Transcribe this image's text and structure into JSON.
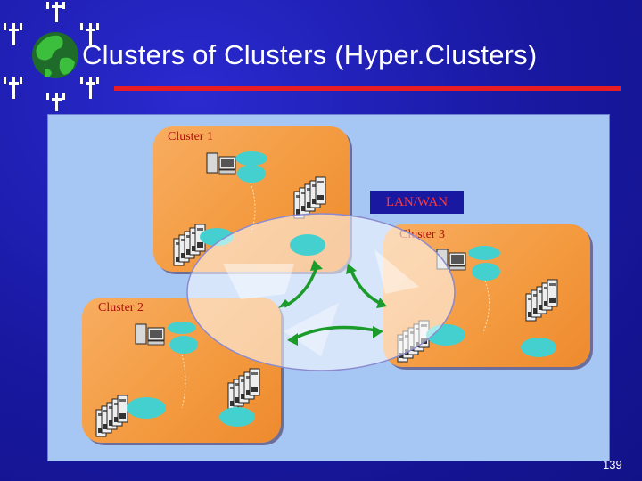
{
  "slide": {
    "title": "Clusters of Clusters (Hyper.Clusters)",
    "page_number": "139"
  },
  "diagram": {
    "network_label": "LAN/WAN",
    "clusters": [
      {
        "label": "Cluster 1"
      },
      {
        "label": "Cluster 2"
      },
      {
        "label": "Cluster 3"
      }
    ]
  },
  "colors": {
    "background": "#1a1aa8",
    "accent_line": "#e81c24",
    "cluster_fill": "#f3993e",
    "canvas": "#a6c6f4",
    "arrows": "#1a9b2a"
  }
}
